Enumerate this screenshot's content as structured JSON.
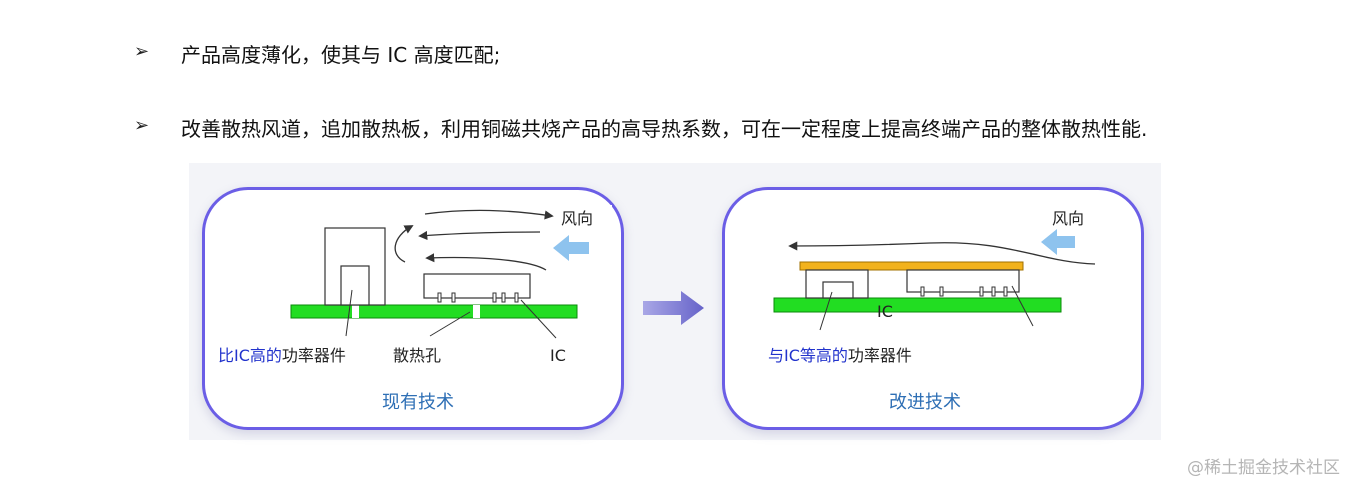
{
  "bullets": [
    {
      "marker": "➢",
      "text": "产品高度薄化，使其与 IC 高度匹配;"
    },
    {
      "marker": "➢",
      "text": "改善散热风道，追加散热板，利用铜磁共烧产品的高导热系数，可在一定程度上提高终端产品的整体散热性能."
    }
  ],
  "figure": {
    "left": {
      "wind_label": "风向",
      "power_device_highlight": "比IC高的",
      "power_device_label": "功率器件",
      "vent_label": "散热孔",
      "ic_label": "IC",
      "caption": "现有技术"
    },
    "right": {
      "wind_label": "风向",
      "ic_label": "IC",
      "power_device_highlight": "与IC等高的",
      "power_device_label": "功率器件",
      "caption": "改进技术"
    }
  },
  "colors": {
    "panel_border": "#6b5ee6",
    "pcb_green": "#22dd22",
    "heatsink_orange": "#f2b21c",
    "wind_arrow": "#8ec3ee",
    "caption_blue": "#2e6fb5",
    "highlight_blue": "#2233cc"
  },
  "watermark": "@稀土掘金技术社区"
}
